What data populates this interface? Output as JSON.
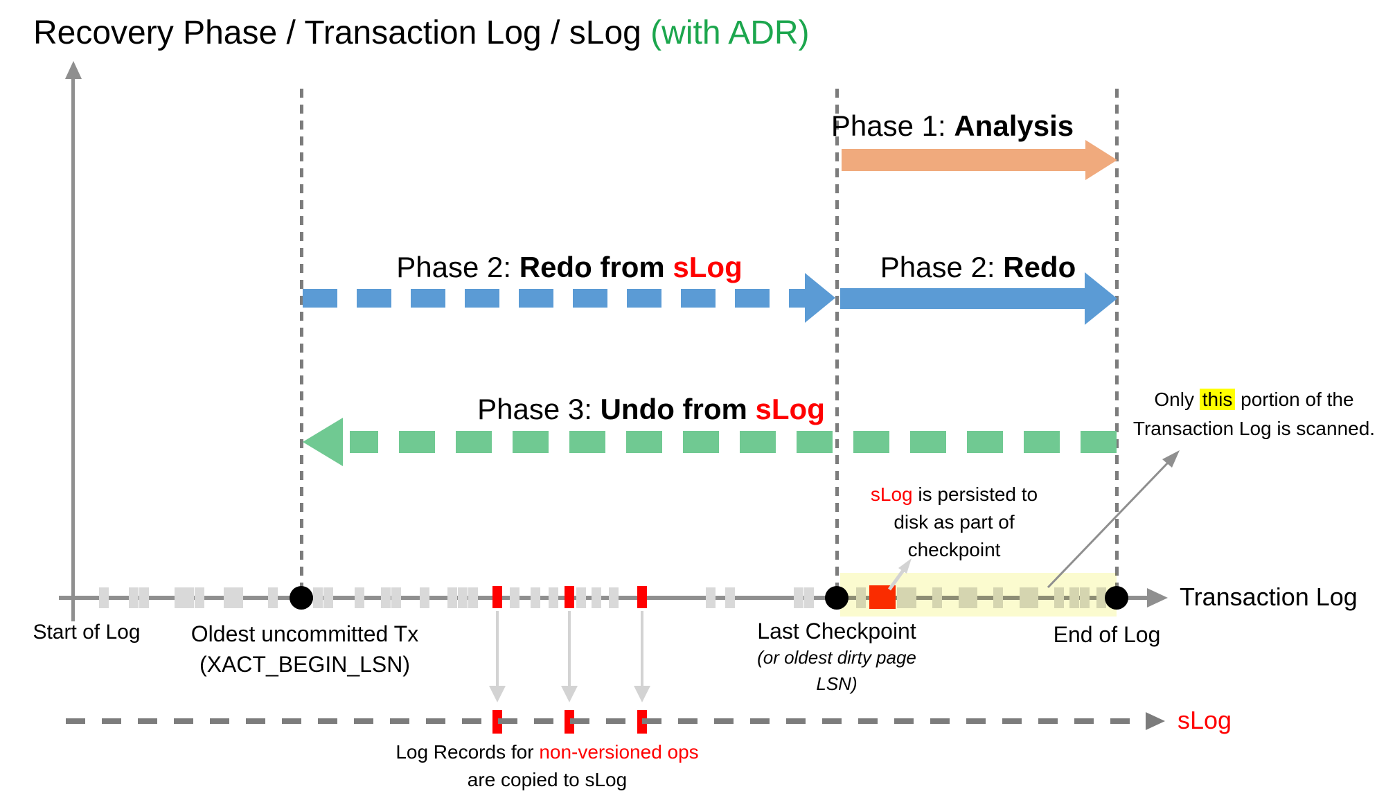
{
  "title": {
    "main": "Recovery Phase / Transaction Log / sLog ",
    "accent": "(with ADR)"
  },
  "phases": {
    "p1": {
      "prefix": "Phase 1: ",
      "bold": "Analysis"
    },
    "p2_slog": {
      "prefix": "Phase 2: ",
      "bold": "Redo from ",
      "red": "sLog"
    },
    "p2": {
      "prefix": "Phase 2: ",
      "bold": "Redo"
    },
    "p3": {
      "prefix": "Phase 3: ",
      "bold": "Undo from ",
      "red": "sLog"
    }
  },
  "axis": {
    "start_of_log": "Start of Log",
    "oldest_tx_line1": "Oldest uncommitted Tx",
    "oldest_tx_line2": "(XACT_BEGIN_LSN)",
    "last_checkpoint": "Last Checkpoint",
    "last_checkpoint_sub1": "(or oldest dirty page",
    "last_checkpoint_sub2": "LSN)",
    "end_of_log": "End of Log",
    "transaction_log": "Transaction Log",
    "slog": "sLog"
  },
  "notes": {
    "scanned": {
      "pre": "Only ",
      "highlight": "this",
      "post": " portion of the",
      "line2": "Transaction Log is scanned."
    },
    "persisted": {
      "red": "sLog",
      "rest": " is persisted to",
      "line2": "disk as part of",
      "line3": "checkpoint"
    },
    "copied": {
      "black": "Log Records for ",
      "red": "non-versioned ops",
      "line2": "are copied to sLog"
    }
  },
  "colors": {
    "title_green": "#1CA64D",
    "red": "#FF0000",
    "red_square": "#FE2C00",
    "orange": "#F0AA7D",
    "blue": "#5B9BD5",
    "green": "#70C992",
    "axis_gray": "#8F8F8F",
    "dash_gray": "#7C7C7C",
    "tick_gray": "#D9D9D9",
    "light_gray": "#D3D3D3",
    "yellow_band": "#FBFBCF",
    "highlight": "#FFFF00"
  },
  "log_ticks": {
    "gray_x": [
      150,
      193,
      208,
      259,
      273,
      288,
      330,
      344,
      394,
      459,
      474,
      519,
      557,
      572,
      613,
      653,
      668,
      683,
      743,
      773,
      799,
      839,
      861,
      886,
      1026,
      1054,
      1153,
      1168,
      1243,
      1302,
      1316,
      1353,
      1391,
      1404,
      1441,
      1479,
      1492,
      1529,
      1551,
      1566,
      1590
    ],
    "red_x": [
      718,
      822,
      927
    ],
    "slog_red_x": [
      718,
      822,
      927
    ]
  }
}
